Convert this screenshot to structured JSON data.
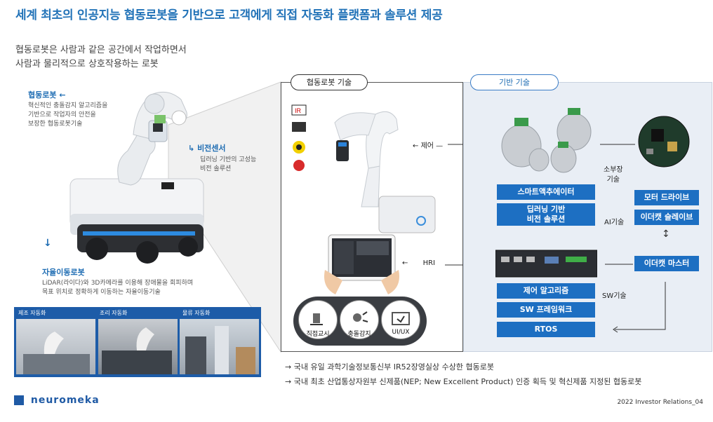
{
  "title": "세계 최초의 인공지능 협동로봇을 기반으로 고객에게 직접 자동화 플랫폼과 솔루션 제공",
  "intro": {
    "line1": "협동로봇은 사람과 같은 공간에서 작업하면서",
    "line2": "사람과 물리적으로 상호작용하는 로봇"
  },
  "left": {
    "cobot": {
      "label": "협동로봇",
      "desc1": "혁신적인 충돌감지 알고리즘을",
      "desc2": "기반으로 작업자의 안전을",
      "desc3": "보장한 협동로봇기술"
    },
    "vision": {
      "label": "비전센서",
      "desc1": "딥러닝 기반의 고성능",
      "desc2": "비전 솔루션"
    },
    "amr": {
      "label": "자율이동로봇",
      "desc1": "LiDAR(라이다)와 3D카메라를 이용해 장애물을 회피하며",
      "desc2": "목표 위치로 정확하게 이동하는 자율이동기술"
    },
    "photos": [
      {
        "label": "제조 자동화"
      },
      {
        "label": "조리 자동화"
      },
      {
        "label": "물류 자동화"
      }
    ]
  },
  "tech_panel": {
    "pill": "협동로봇 기술",
    "control_label": "제어",
    "hri_label": "HRI",
    "icons": [
      {
        "label": "직접교시"
      },
      {
        "label": "충돌감지"
      },
      {
        "label": "UI/UX"
      }
    ]
  },
  "base_panel": {
    "pill": "기반 기술",
    "component_label1": "소부장",
    "component_label2": "기술",
    "ai_label": "AI기술",
    "sw_label": "SW기술",
    "buttons": {
      "smart_actuator": "스마트액추에이터",
      "deep_learning1": "딥러닝 기반",
      "deep_learning2": "비전 솔루션",
      "motor_drive": "모터 드라이브",
      "ethercat_slave": "이더캣 슬레이브",
      "ethercat_master": "이더캣 마스터",
      "control_algo": "제어 알고리즘",
      "sw_framework": "SW 프레임워크",
      "rtos": "RTOS"
    }
  },
  "footnotes": {
    "line1": "국내 유일 과학기술정보통신부 IR52장영실상 수상한 협동로봇",
    "line2": "국내 최초 산업통상자원부 신제품(NEP; New Excellent Product) 인증 획득 및 혁신제품 지정된 협동로봇"
  },
  "logo": "neuromeka",
  "page_number": "2022 Investor Relations_04",
  "colors": {
    "primary_blue": "#1d6fc2",
    "title_blue": "#2273b8",
    "panel_bg": "#e9eef5"
  }
}
